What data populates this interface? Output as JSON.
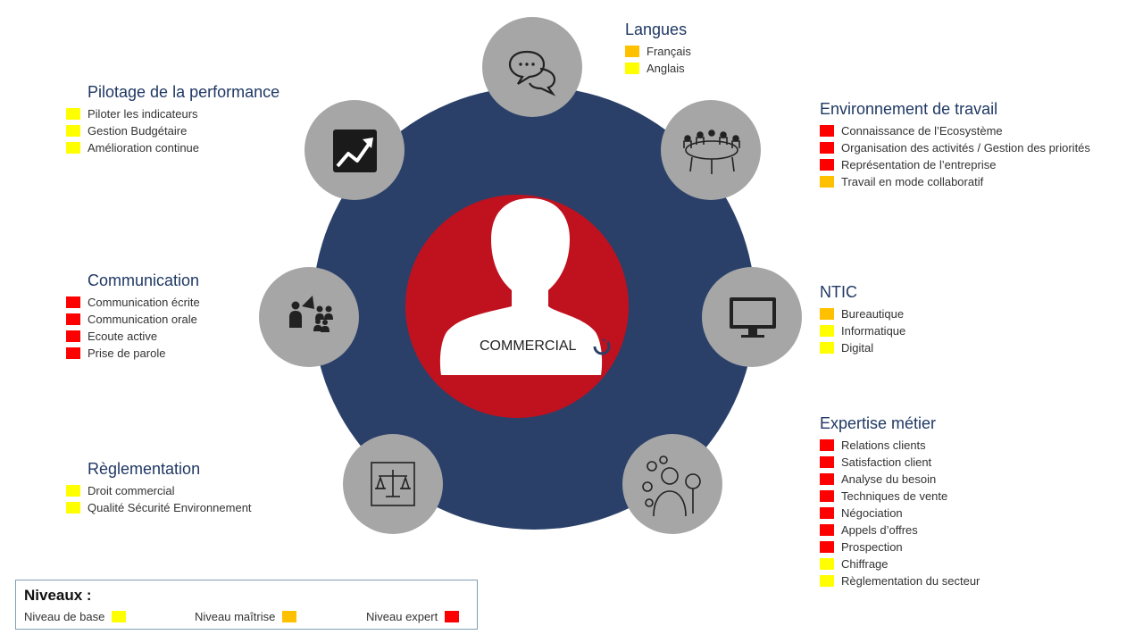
{
  "colors": {
    "navy": "#2a4069",
    "red": "#c0111f",
    "gray": "#a6a6a6",
    "heading": "#1f3864",
    "base": "#ffff00",
    "maitrise": "#ffc000",
    "expert": "#ff0000"
  },
  "center": {
    "label": "COMMERCIAL"
  },
  "domains": {
    "langues": {
      "icon": "speech-bubbles-icon",
      "title": "Langues",
      "items": [
        {
          "label": "Français",
          "level": "maitrise"
        },
        {
          "label": "Anglais",
          "level": "base"
        }
      ]
    },
    "environnement": {
      "icon": "meeting-table-icon",
      "title": "Environnement de travail",
      "items": [
        {
          "label": "Connaissance de l’Ecosystème",
          "level": "expert"
        },
        {
          "label": "Organisation des activités / Gestion des priorités",
          "level": "expert"
        },
        {
          "label": "Représentation de l’entreprise",
          "level": "expert"
        },
        {
          "label": "Travail en mode collaboratif",
          "level": "maitrise"
        }
      ]
    },
    "ntic": {
      "icon": "monitor-icon",
      "title": "NTIC",
      "items": [
        {
          "label": "Bureautique",
          "level": "maitrise"
        },
        {
          "label": "Informatique",
          "level": "base"
        },
        {
          "label": "Digital",
          "level": "base"
        }
      ]
    },
    "expertise": {
      "icon": "expert-search-icon",
      "title": "Expertise métier",
      "items": [
        {
          "label": "Relations clients",
          "level": "expert"
        },
        {
          "label": "Satisfaction client",
          "level": "expert"
        },
        {
          "label": "Analyse du besoin",
          "level": "expert"
        },
        {
          "label": "Techniques de vente",
          "level": "expert"
        },
        {
          "label": "Négociation",
          "level": "expert"
        },
        {
          "label": "Appels d’offres",
          "level": "expert"
        },
        {
          "label": "Prospection",
          "level": "expert"
        },
        {
          "label": "Chiffrage",
          "level": "base"
        },
        {
          "label": "Règlementation du secteur",
          "level": "base"
        }
      ]
    },
    "pilotage": {
      "icon": "trend-chart-icon",
      "title": "Pilotage de la performance",
      "items": [
        {
          "label": "Piloter les indicateurs",
          "level": "base"
        },
        {
          "label": "Gestion Budgétaire",
          "level": "base"
        },
        {
          "label": "Amélioration continue",
          "level": "base"
        }
      ]
    },
    "communication": {
      "icon": "megaphone-people-icon",
      "title": "Communication",
      "items": [
        {
          "label": "Communication écrite",
          "level": "expert"
        },
        {
          "label": "Communication orale",
          "level": "expert"
        },
        {
          "label": "Ecoute active",
          "level": "expert"
        },
        {
          "label": "Prise de parole",
          "level": "expert"
        }
      ]
    },
    "reglementation": {
      "icon": "scales-icon",
      "title": "Règlementation",
      "items": [
        {
          "label": "Droit commercial",
          "level": "base"
        },
        {
          "label": "Qualité Sécurité Environnement",
          "level": "base"
        }
      ]
    }
  },
  "legend": {
    "title": "Niveaux :",
    "items": [
      {
        "label": "Niveau de base",
        "level": "base"
      },
      {
        "label": "Niveau maîtrise",
        "level": "maitrise"
      },
      {
        "label": "Niveau expert",
        "level": "expert"
      }
    ]
  }
}
